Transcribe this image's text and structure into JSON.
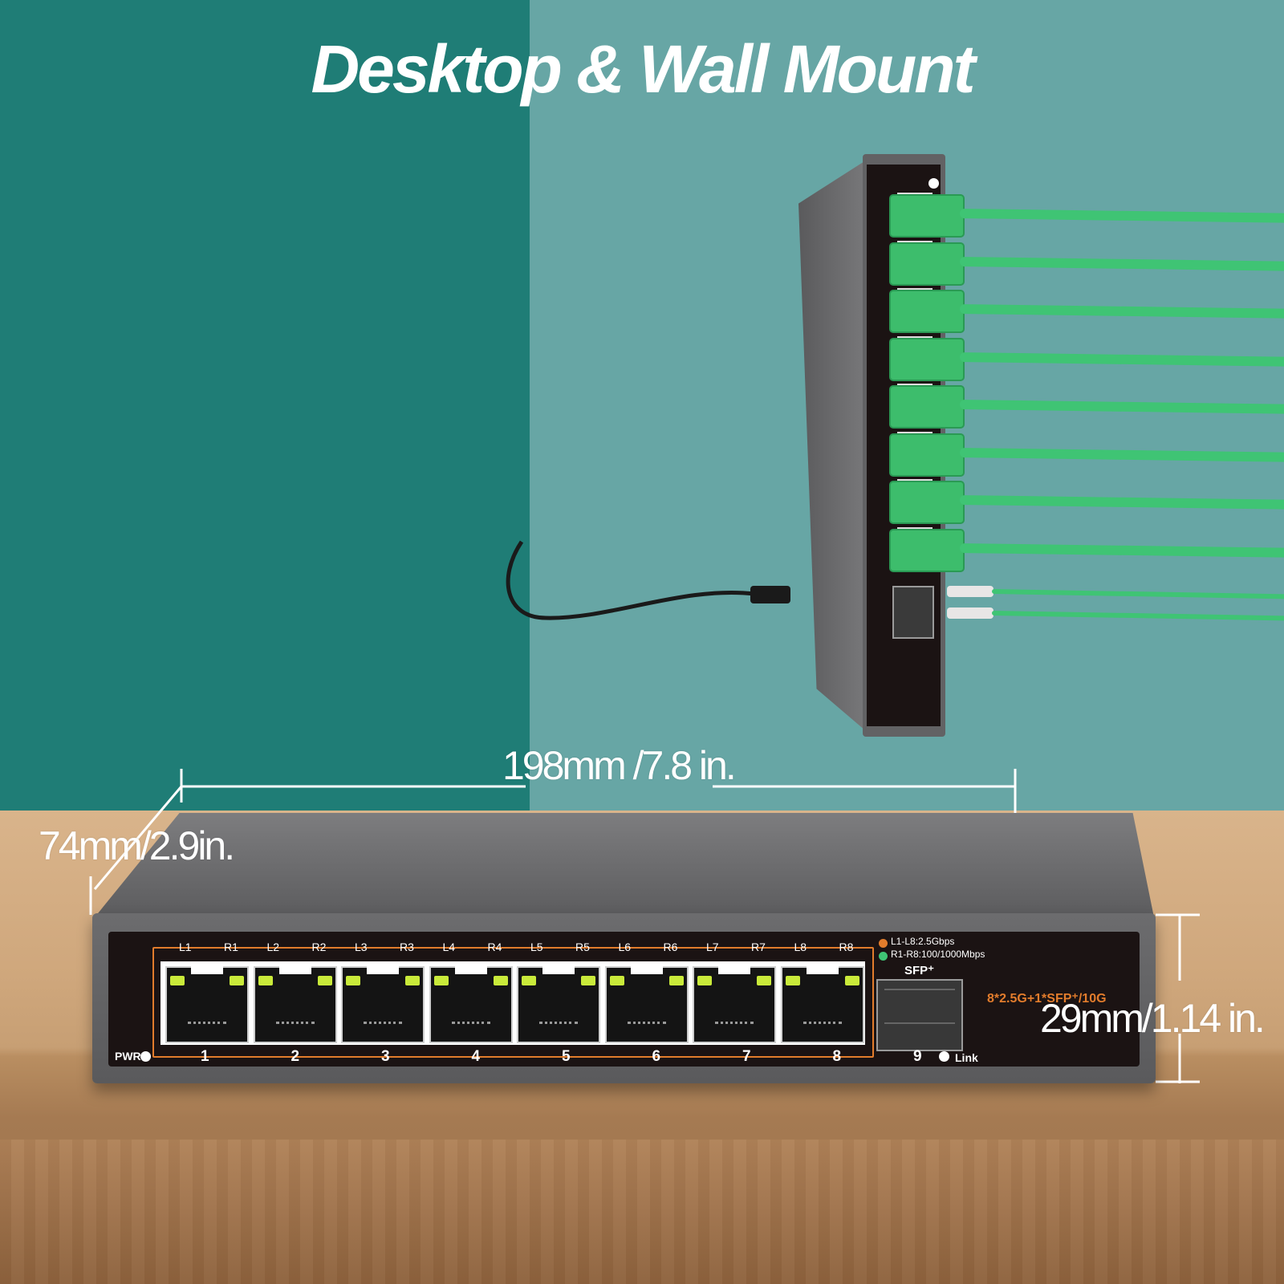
{
  "headline": "Desktop & Wall Mount",
  "dimensions": {
    "width": "198mm /7.8 in.",
    "depth": "74mm/2.9in.",
    "height": "29mm/1.14 in."
  },
  "front_panel": {
    "pwr_label": "PWR",
    "port_labels": [
      "L1",
      "R1",
      "L2",
      "R2",
      "L3",
      "R3",
      "L4",
      "R4",
      "L5",
      "R5",
      "L6",
      "R6",
      "L7",
      "R7",
      "L8",
      "R8"
    ],
    "port_numbers": [
      "1",
      "2",
      "3",
      "4",
      "5",
      "6",
      "7",
      "8"
    ],
    "legend_orange": "L1-L8:2.5Gbps",
    "legend_green": "R1-R8:100/1000Mbps",
    "sfp_label": "SFP⁺",
    "sfp_number": "9",
    "link_label": "Link",
    "model": "8*2.5G+1*SFP⁺/10G"
  },
  "colors": {
    "wall_left": "#1f7d76",
    "wall_right": "#67a6a5",
    "cable_green": "#3fc474",
    "label_orange": "#e27c2c",
    "led_yellow_green": "#c9ea3a"
  }
}
